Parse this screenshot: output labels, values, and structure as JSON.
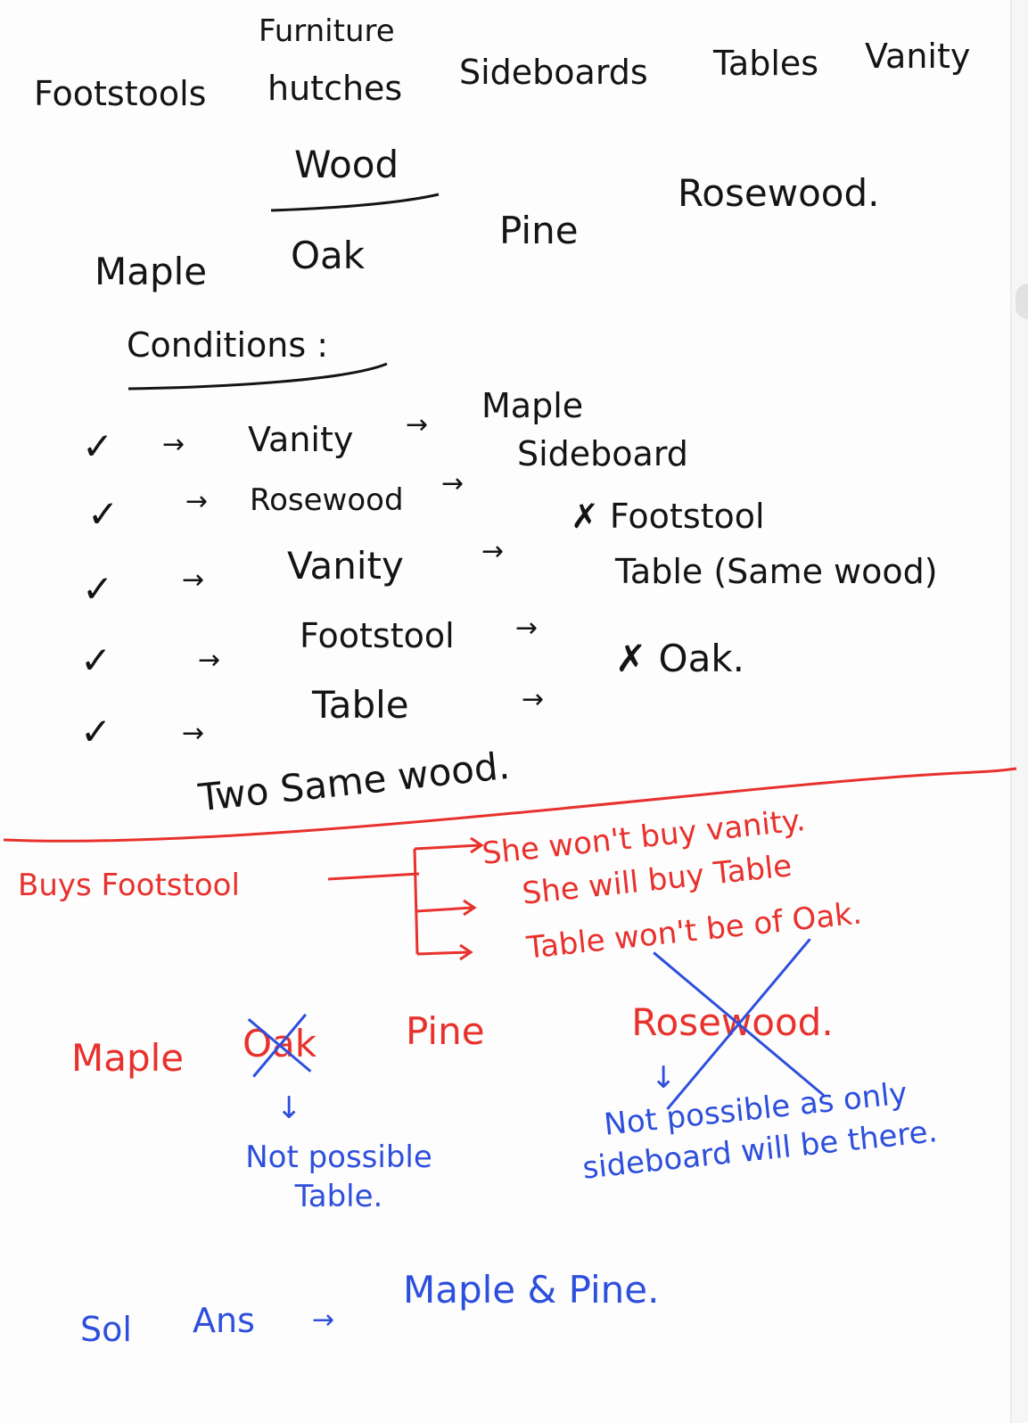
{
  "header": {
    "title": "Furniture",
    "furniture_items": [
      "Footstools",
      "hutches",
      "Sideboards",
      "Tables",
      "Vanity"
    ]
  },
  "wood_section": {
    "title": "Wood",
    "woods": [
      "Maple",
      "Oak",
      "Pine",
      "Rosewood."
    ]
  },
  "conditions": {
    "title": "Conditions :",
    "check_mark": "✓",
    "arrow": "→",
    "rows": [
      {
        "lhs": "Vanity",
        "rhs": "Maple"
      },
      {
        "lhs": "Rosewood",
        "rhs": "Sideboard"
      },
      {
        "lhs": "Vanity",
        "rhs": "✗ Footstool"
      },
      {
        "lhs": "Footstool",
        "rhs": "Table (Same wood)"
      },
      {
        "lhs": "Table",
        "rhs": "✗ Oak."
      }
    ],
    "footer": "Two Same wood."
  },
  "deduction": {
    "premise": "Buys Footstool",
    "branches": [
      "She won't buy vanity.",
      "She will buy Table",
      "Table won't be of Oak."
    ],
    "woods_line": [
      "Maple",
      "Oak",
      "Pine",
      "Rosewood."
    ],
    "oak_note": "Not possible Table.",
    "rosewood_note": "Not possible as only sideboard will be there.",
    "down_arrow": "↓"
  },
  "answer": {
    "prefix": "Sol",
    "label": "Ans",
    "arrow": "→",
    "value": "Maple & Pine."
  },
  "colors": {
    "ink_black": "#141414",
    "ink_red": "#e8312c",
    "ink_blue": "#2d4fdc",
    "paper": "#fdfdfd"
  }
}
